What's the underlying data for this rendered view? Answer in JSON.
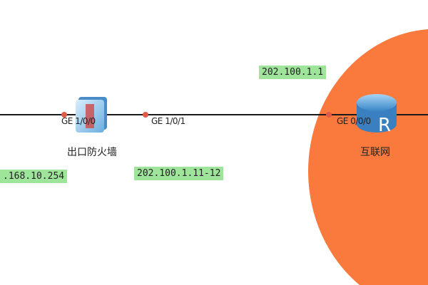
{
  "colors": {
    "internet_zone": "#f97a3c",
    "ip_label_bg": "#9ee49a",
    "port_dot": "#e05a4a"
  },
  "nodes": {
    "firewall": {
      "label": "出口防火墙",
      "icon": "firewall-icon"
    },
    "router": {
      "label": "互联网",
      "icon": "router-icon"
    }
  },
  "ports": {
    "fw_in": "GE 1/0/0",
    "fw_out": "GE 1/0/1",
    "router_in": "GE 0/0/0"
  },
  "ips": {
    "fw_in": ".168.10.254",
    "fw_out": "202.100.1.11-12",
    "router": "202.100.1.1"
  }
}
